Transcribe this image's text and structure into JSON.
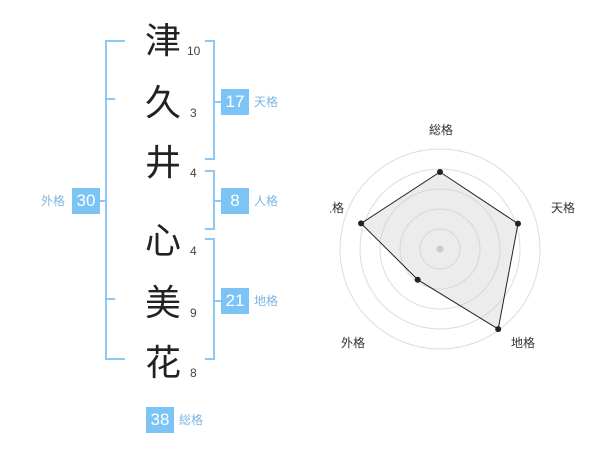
{
  "name_chars": [
    {
      "char": "津",
      "strokes": "10"
    },
    {
      "char": "久",
      "strokes": "3"
    },
    {
      "char": "井",
      "strokes": "4"
    },
    {
      "char": "心",
      "strokes": "4"
    },
    {
      "char": "美",
      "strokes": "9"
    },
    {
      "char": "花",
      "strokes": "8"
    }
  ],
  "kaku": {
    "tenkaku": {
      "value": "17",
      "label": "天格"
    },
    "jinkaku": {
      "value": "8",
      "label": "人格"
    },
    "chikaku": {
      "value": "21",
      "label": "地格"
    },
    "gaikaku": {
      "value": "30",
      "label": "外格"
    },
    "soukaku": {
      "value": "38",
      "label": "総格"
    }
  },
  "radar": {
    "axes": [
      "総格",
      "天格",
      "地格",
      "外格",
      "人格"
    ],
    "values": [
      0.77,
      0.82,
      0.99,
      0.38,
      0.83
    ]
  },
  "colors": {
    "accent": "#7cc4f5",
    "bracket": "#8ec8f2",
    "label": "#7fb5e0"
  }
}
